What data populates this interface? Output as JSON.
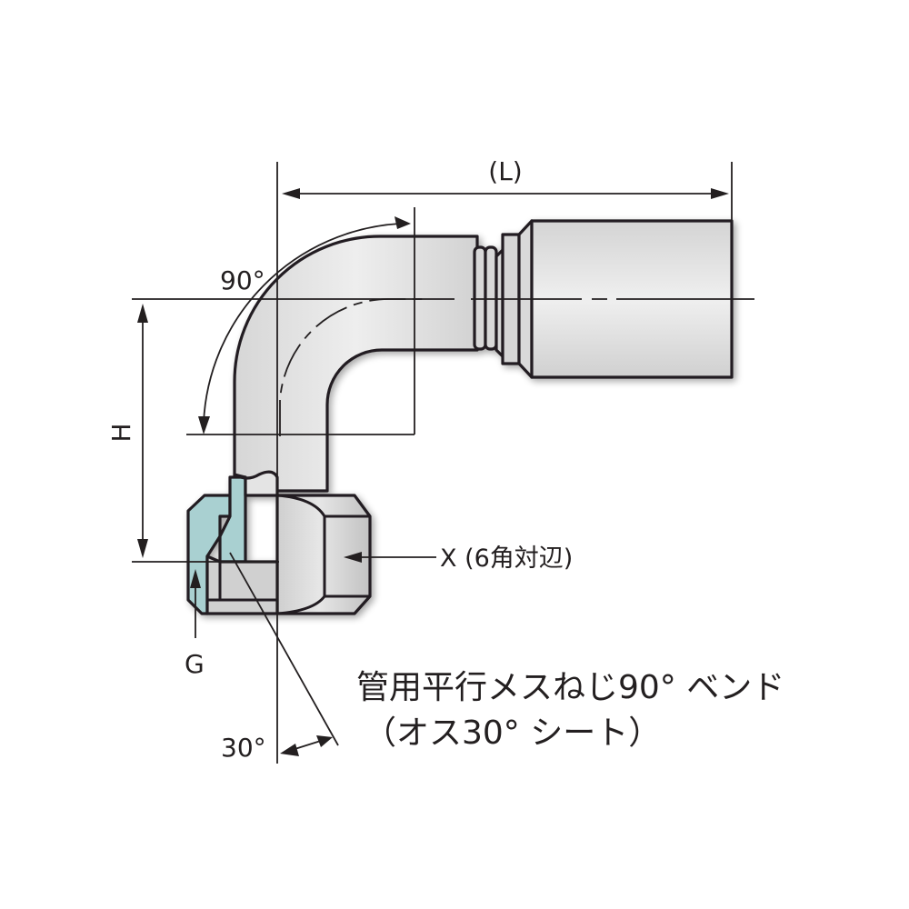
{
  "diagram": {
    "title_line1": "管用平行メスねじ90° ベンド",
    "title_line2": "（オス30° シート）",
    "labels": {
      "length": "(L)",
      "height": "H",
      "bend_angle": "90°",
      "hex": "X (6角対辺)",
      "thread": "G",
      "seat_angle": "30°"
    },
    "colors": {
      "line": "#231f20",
      "metal": "#e2e2e2",
      "metal_dark": "#c4c4c4",
      "thread_section": "#a9d0d1",
      "background": "#ffffff"
    }
  }
}
